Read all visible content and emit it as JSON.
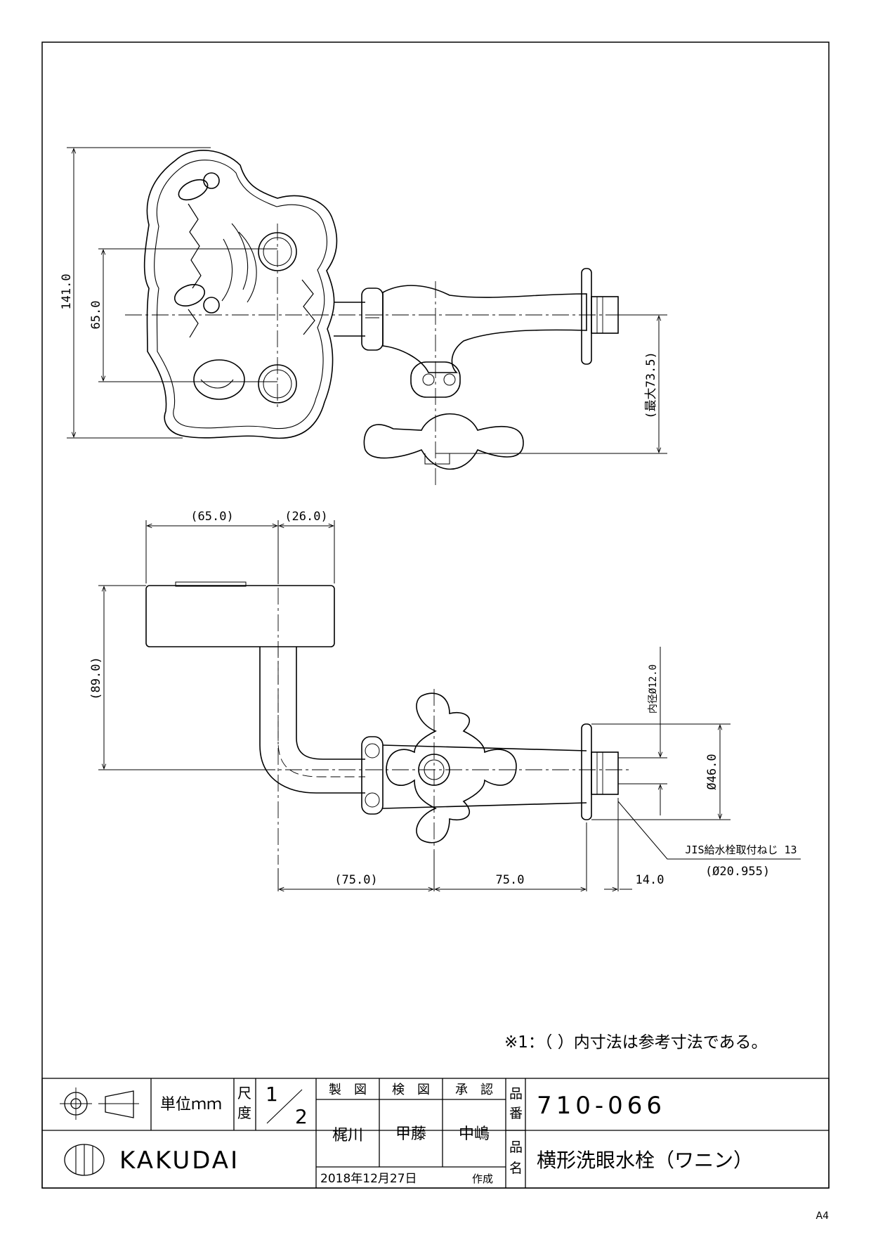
{
  "dimensions": {
    "top_height": "141.0",
    "spout_spacing": "65.0",
    "max_height": "(最大73.5)",
    "side_bowl_width": "(65.0)",
    "side_bowl_offset": "(26.0)",
    "side_height": "(89.0)",
    "inner_diameter": "内径Ø12.0",
    "flange_diameter": "Ø46.0",
    "left_length": "(75.0)",
    "right_length": "75.0",
    "thread_length": "14.0",
    "thread_spec": "JIS給水栓取付ねじ 13",
    "thread_diameter": "(Ø20.955)"
  },
  "note": "※1：（ ）内寸法は参考寸法である。",
  "title_block": {
    "unit_label": "単位ｍｍ",
    "scale_label_1": "尺",
    "scale_label_2": "度",
    "scale_num": "1",
    "scale_den": "2",
    "made_header": "製　図",
    "check_header": "検　図",
    "approve_header": "承　認",
    "made_by": "梶川",
    "checked_by": "甲藤",
    "approved_by": "中嶋",
    "date": "2018年12月27日",
    "created_label": "作成",
    "part_no_label_1": "品",
    "part_no_label_2": "番",
    "part_no": "710-066",
    "part_name_label_1": "品",
    "part_name_label_2": "名",
    "part_name": "横形洗眼水栓（ワニン）",
    "company": "KAKUDAI"
  },
  "paper_size": "A4"
}
